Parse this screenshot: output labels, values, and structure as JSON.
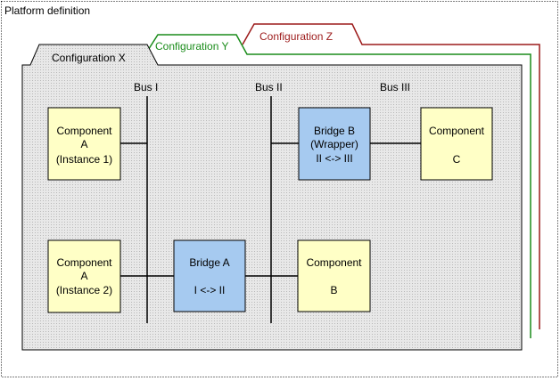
{
  "title": "Platform definition",
  "configurations": {
    "x": {
      "label": "Configuration X"
    },
    "y": {
      "label": "Configuration Y",
      "color": "#1a8c1a"
    },
    "z": {
      "label": "Configuration Z",
      "color": "#9c1a1a"
    }
  },
  "buses": [
    {
      "label": "Bus I"
    },
    {
      "label": "Bus II"
    },
    {
      "label": "Bus III"
    }
  ],
  "components": {
    "component_a1": {
      "lines": [
        "Component",
        "A",
        "(Instance 1)"
      ],
      "color": "#ffffc6"
    },
    "component_a2": {
      "lines": [
        "Component",
        "A",
        "(Instance 2)"
      ],
      "color": "#ffffc6"
    },
    "bridge_a": {
      "lines": [
        "Bridge A",
        "I <-> II"
      ],
      "color": "#a6caf0"
    },
    "component_b": {
      "lines": [
        "Component",
        "B"
      ],
      "color": "#ffffc6"
    },
    "bridge_b": {
      "lines": [
        "Bridge B",
        "(Wrapper)",
        "II <-> III"
      ],
      "color": "#a6caf0"
    },
    "component_c": {
      "lines": [
        "Component",
        "C"
      ],
      "color": "#ffffc6"
    }
  },
  "colors": {
    "panel_fill": "#e6e6e6",
    "frame_stroke": "#000000"
  }
}
